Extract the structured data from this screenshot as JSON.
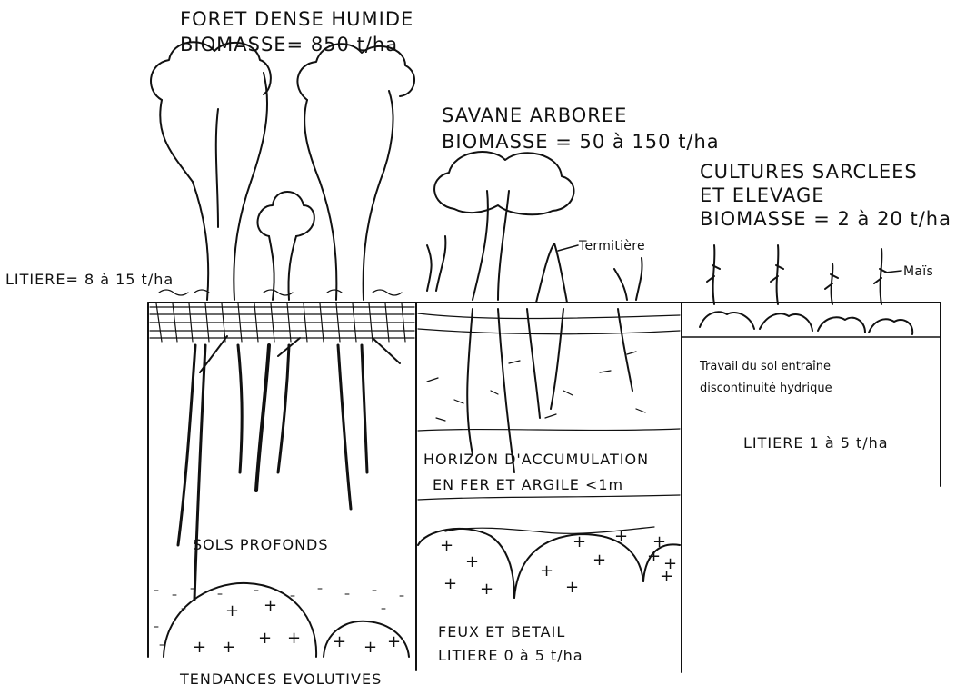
{
  "forest": {
    "title": "FORET DENSE HUMIDE",
    "biomass": "BIOMASSE= 850 t/ha",
    "litter": "LITIERE= 8 à 15 t/ha",
    "soil": "SOLS PROFONDS"
  },
  "savanna": {
    "title": "SAVANE ARBOREE",
    "biomass": "BIOMASSE = 50 à 150 t/ha",
    "termite_label": "Termitière",
    "horizon_line1": "HORIZON D'ACCUMULATION",
    "horizon_line2": "EN FER ET ARGILE <1m",
    "factors": "FEUX ET BETAIL",
    "litter": "LITIERE 0 à 5 t/ha"
  },
  "crops": {
    "title_line1": "CULTURES SARCLEES",
    "title_line2": "ET ELEVAGE",
    "biomass": "BIOMASSE = 2 à 20 t/ha",
    "maize_label": "Maïs",
    "tillage_line1": "Travail du sol entraîne",
    "tillage_line2": "discontinuité hydrique",
    "litter": "LITIERE 1 à 5 t/ha"
  },
  "caption": "TENDANCES EVOLUTIVES",
  "colors": {
    "ink": "#111111",
    "background": "#ffffff"
  }
}
